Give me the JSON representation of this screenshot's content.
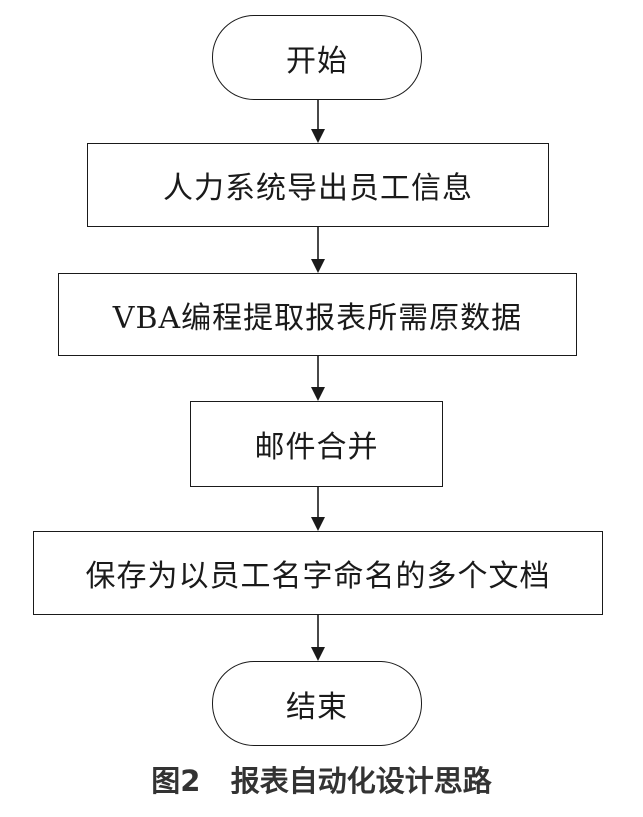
{
  "flowchart": {
    "steps": [
      {
        "id": "start",
        "shape": "terminal",
        "label": "开始"
      },
      {
        "id": "export",
        "shape": "process",
        "label": "人力系统导出员工信息"
      },
      {
        "id": "vba",
        "shape": "process",
        "label": "VBA编程提取报表所需原数据"
      },
      {
        "id": "merge",
        "shape": "process",
        "label": "邮件合并"
      },
      {
        "id": "save",
        "shape": "process",
        "label": "保存为以员工名字命名的多个文档"
      },
      {
        "id": "end",
        "shape": "terminal",
        "label": "结束"
      }
    ],
    "edges": [
      {
        "from": "start",
        "to": "export"
      },
      {
        "from": "export",
        "to": "vba"
      },
      {
        "from": "vba",
        "to": "merge"
      },
      {
        "from": "merge",
        "to": "save"
      },
      {
        "from": "save",
        "to": "end"
      }
    ]
  },
  "caption": "图2   报表自动化设计思路"
}
